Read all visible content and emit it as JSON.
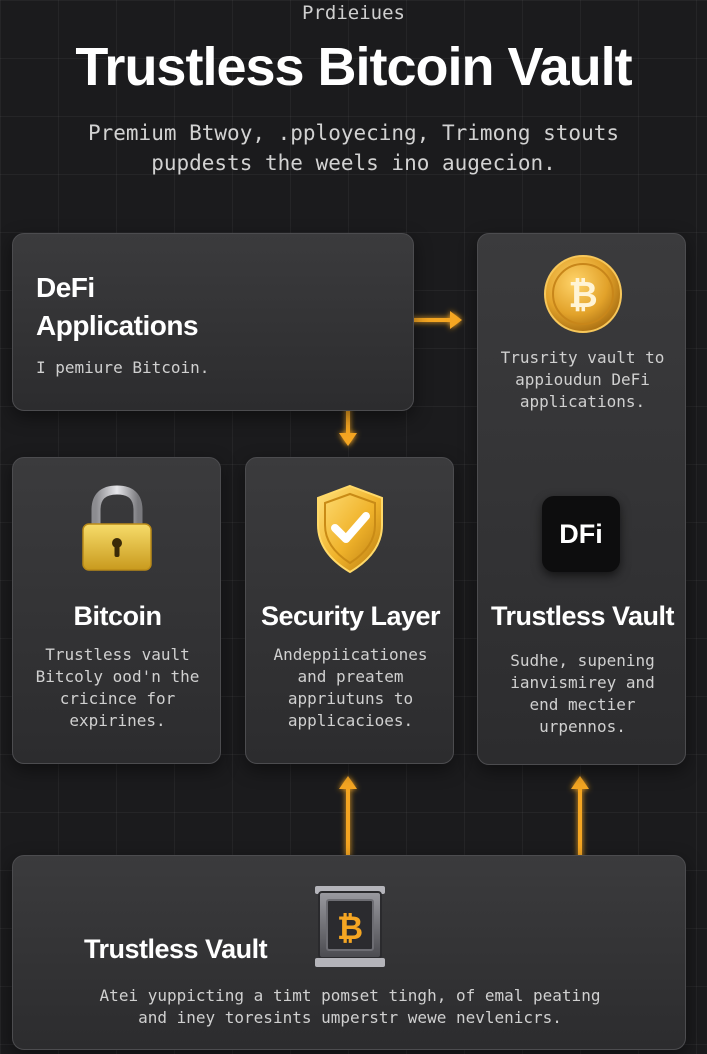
{
  "header": {
    "kicker": "Prdieiues",
    "title": "Trustless Bitcoin Vault",
    "subtitle_line1": "Premium Btwoy, .pployecing, Trimong stouts",
    "subtitle_line2": "pupdests the weels ino augecion."
  },
  "cards": {
    "defi": {
      "title_line1": "DeFi",
      "title_line2": "Applications",
      "text": "I pemiure Bitcoin."
    },
    "bitcoin_top": {
      "icon": "bitcoin-coin-icon",
      "text_line1": "Trusrity vault to",
      "text_line2": "appioudun DeFi",
      "text_line3": "applications."
    },
    "bitcoin": {
      "icon": "padlock-icon",
      "title": "Bitcoin",
      "text_line1": "Trustless vault",
      "text_line2": "Bitcoly ood'n the",
      "text_line3": "cricince for",
      "text_line4": "expirines."
    },
    "security": {
      "icon": "shield-check-icon",
      "title": "Security Layer",
      "text_line1": "Andeppiicationes",
      "text_line2": "and preatem",
      "text_line3": "appriutuns to",
      "text_line4": "applicacioes."
    },
    "vault_right": {
      "icon": "defi-badge-icon",
      "badge_text": "DFi",
      "title": "Trustless Vault",
      "text_line1": "Sudhe, supening",
      "text_line2": "ianvismirey and",
      "text_line3": "end mectier",
      "text_line4": "urpennos."
    },
    "vault_bottom": {
      "icon": "vault-safe-icon",
      "title": "Trustless Vault",
      "text_line1": "Atei yuppicting a timt pomset tingh, of emal peating",
      "text_line2": "and iney toresints umperstr wewe nevlenicrs."
    }
  },
  "colors": {
    "accent": "#f5a623",
    "gold": "#e2a92a",
    "card": "#333335",
    "background": "#1b1b1d"
  }
}
